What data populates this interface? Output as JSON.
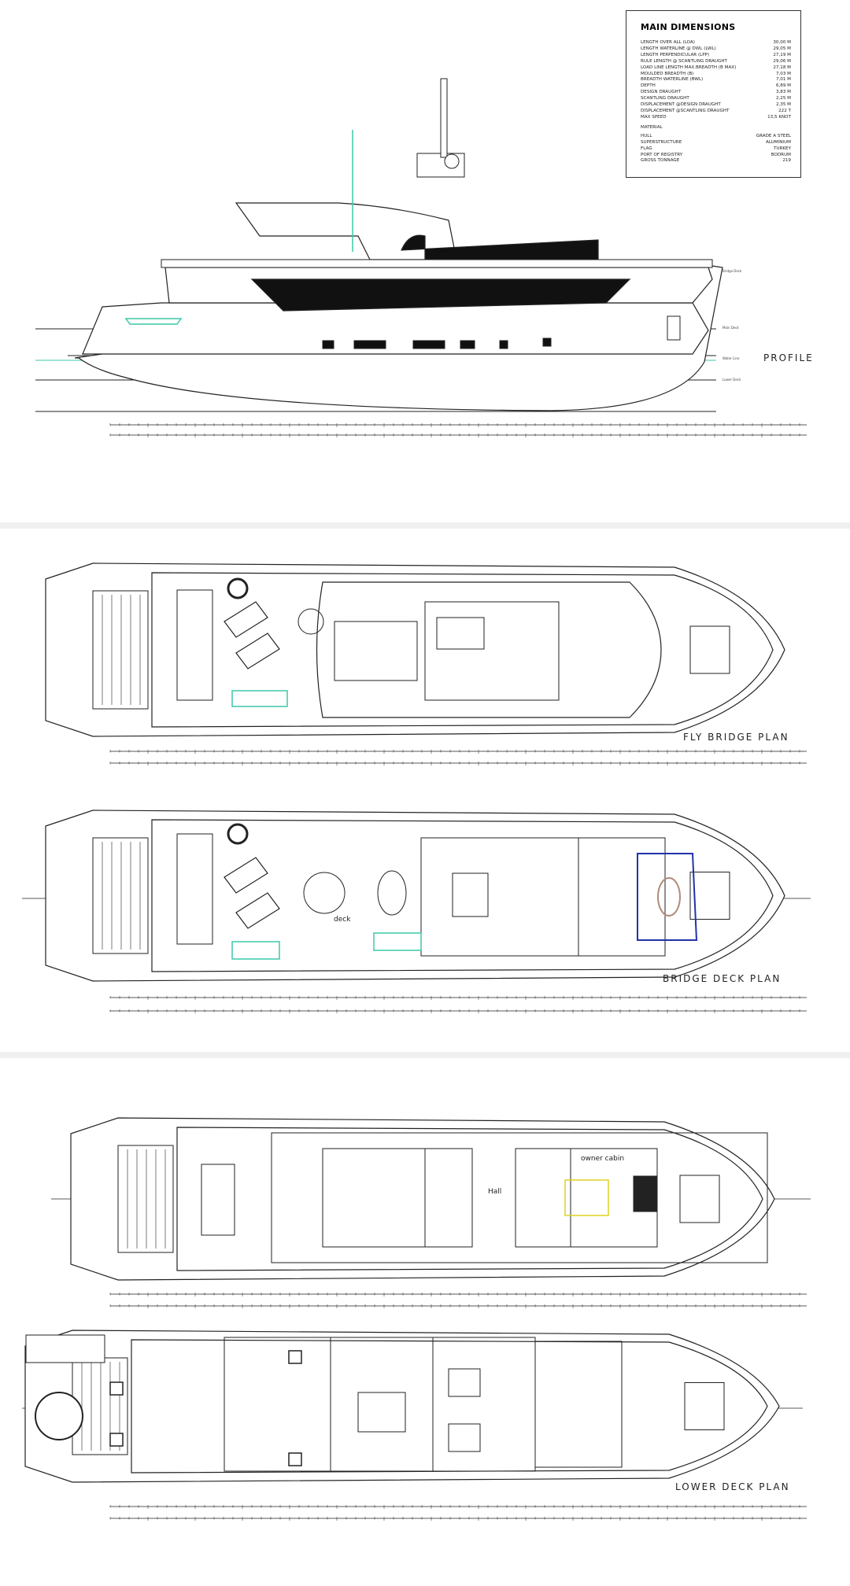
{
  "main_dimensions": {
    "title": "MAIN DIMENSIONS",
    "rows": [
      {
        "label": "LENGTH OVER ALL (LOA)",
        "value": "30,00 M"
      },
      {
        "label": "LENGTH WATERLINE @ DWL (LWL)",
        "value": "29,05 M"
      },
      {
        "label": "LENGTH PERPENDICULAR (LPP)",
        "value": "27,19 M"
      },
      {
        "label": "RULE LENGTH @ SCANTLING DRAUGHT",
        "value": "29,06 M"
      },
      {
        "label": "LOAD LINE LENGTH MAX.BREADTH (B MAX)",
        "value": "27,18 M"
      },
      {
        "label": "MOULDED BREADTH (B)",
        "value": "7,03 M"
      },
      {
        "label": "BREADTH WATERLINE (BWL)",
        "value": "7,01 M"
      },
      {
        "label": "DEPTH",
        "value": "6,89 M"
      },
      {
        "label": "DESIGN DRAUGHT",
        "value": "3,83 M"
      },
      {
        "label": "SCANTLING DRAUGHT",
        "value": "2,25 M"
      },
      {
        "label": "DISPLACEMENT @DESIGN DRAUGHT",
        "value": "2,35 M"
      },
      {
        "label": "DISPLACEMENT @SCANTLING DRAUGHT",
        "value": "222 T"
      },
      {
        "label": "MAX SPEED",
        "value": "13,5 KNOT"
      }
    ],
    "material_heading": "MATERIAL",
    "material_rows": [
      {
        "label": "HULL",
        "value": "GRADE A STEEL"
      },
      {
        "label": "SUPERSTRUCTURE",
        "value": "ALUMINIUM"
      },
      {
        "label": "FLAG",
        "value": "TURKEY"
      },
      {
        "label": "PORT OF REGISTRY",
        "value": "BODRUM"
      },
      {
        "label": "GROSS TONNAGE",
        "value": "219"
      }
    ]
  },
  "profile": {
    "title": "PROFILE",
    "levels": [
      "Bridge Deck",
      "Main Deck",
      "Water Line",
      "Lower Deck"
    ]
  },
  "plans": {
    "fly_bridge": "FLY BRIDGE PLAN",
    "bridge_deck": "BRIDGE DECK PLAN",
    "bridge_deck_note": "deck",
    "main_deck_owner": "owner cabin",
    "main_deck_hall": "Hall",
    "lower_deck": "LOWER DECK PLAN"
  },
  "colors": {
    "line": "#222222",
    "accent": "#3cc9a8",
    "blue": "#2233aa",
    "yellow": "#e0d020"
  }
}
